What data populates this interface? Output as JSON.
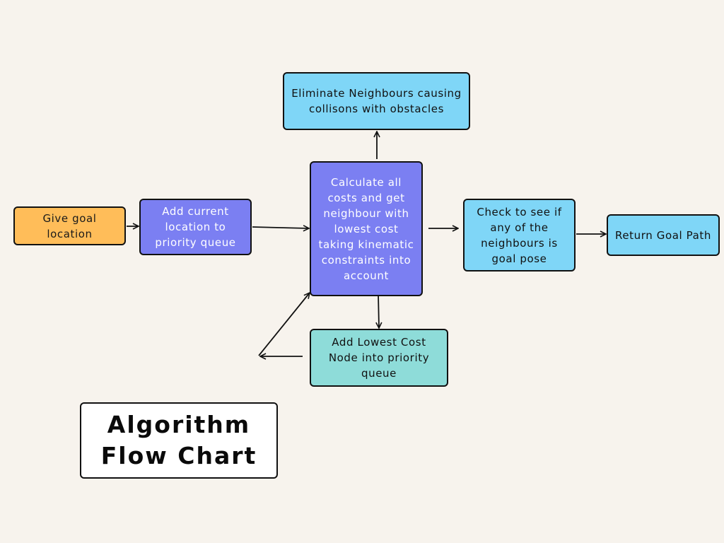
{
  "title": "Algorithm\nFlow Chart",
  "nodes": {
    "goal": "Give goal location",
    "add_current": "Add current location to priority queue",
    "calculate": "Calculate all costs and get neighbour with lowest cost taking kinematic constraints into account",
    "eliminate": "Eliminate Neighbours causing collisons with obstacles",
    "check": "Check to see if any of the neighbours is goal pose",
    "return_goal": "Return Goal Path",
    "add_lowest": "Add Lowest Cost Node into priority queue"
  },
  "colors": {
    "background": "#f7f3ed",
    "start_node": "#ffbd59",
    "process_node": "#7b7ff2",
    "info_node": "#7fd6f7",
    "queue_node": "#8edcd9"
  }
}
